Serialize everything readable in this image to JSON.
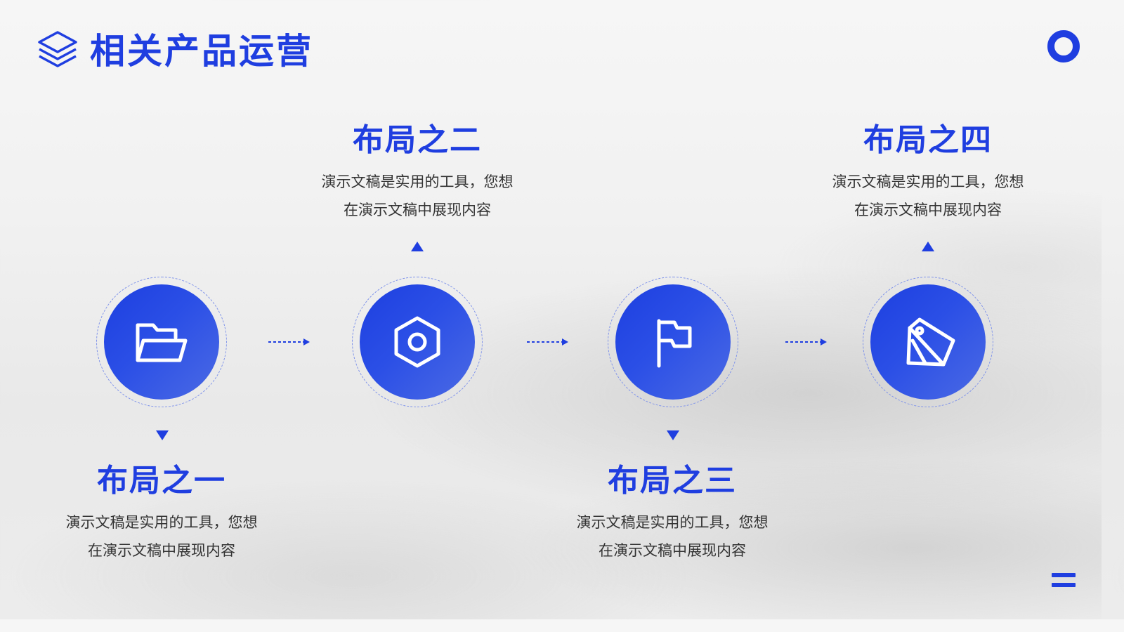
{
  "header": {
    "title": "相关产品运营",
    "logo_icon": "layers-icon",
    "corner_icon": "ring-icon",
    "menu_icon": "menu-icon"
  },
  "colors": {
    "accent": "#1f3ee0",
    "text": "#333333",
    "background": "#f1f1f1"
  },
  "steps": [
    {
      "title": "布局之一",
      "desc_line1": "演示文稿是实用的工具，您想",
      "desc_line2": "在演示文稿中展现内容",
      "icon": "folder-icon",
      "label_position": "below"
    },
    {
      "title": "布局之二",
      "desc_line1": "演示文稿是实用的工具，您想",
      "desc_line2": "在演示文稿中展现内容",
      "icon": "hex-nut-icon",
      "label_position": "above"
    },
    {
      "title": "布局之三",
      "desc_line1": "演示文稿是实用的工具，您想",
      "desc_line2": "在演示文稿中展现内容",
      "icon": "flag-icon",
      "label_position": "below"
    },
    {
      "title": "布局之四",
      "desc_line1": "演示文稿是实用的工具，您想",
      "desc_line2": "在演示文稿中展现内容",
      "icon": "swatch-icon",
      "label_position": "above"
    }
  ],
  "connectors": [
    "dashed-arrow",
    "dashed-arrow",
    "dashed-arrow"
  ]
}
